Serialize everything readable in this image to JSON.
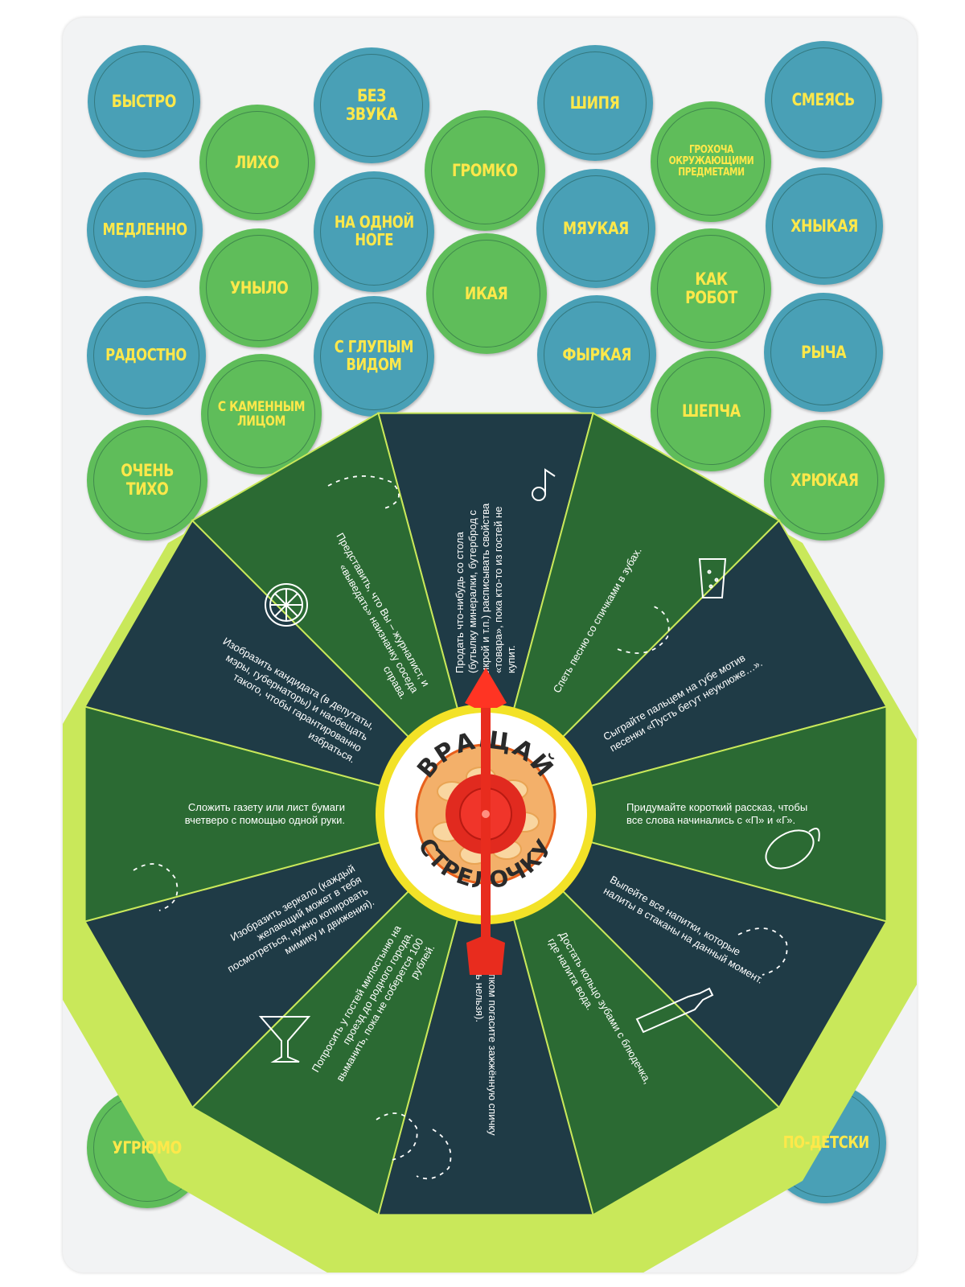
{
  "tokens": {
    "t1": "БЫСТРО",
    "t2": "ЛИХО",
    "t3": "БЕЗ\nЗВУКА",
    "t4": "ГРОМКО",
    "t5": "ШИПЯ",
    "t6": "ГРОХОЧА\nОКРУЖАЮЩИМИ\nПРЕДМЕТАМИ",
    "t7": "СМЕЯСЬ",
    "t8": "МЕДЛЕННО",
    "t9": "НА ОДНОЙ\nНОГЕ",
    "t10": "МЯУКАЯ",
    "t11": "ХНЫКАЯ",
    "t12": "УНЫЛО",
    "t13": "ИКАЯ",
    "t14": "КАК\nРОБОТ",
    "t15": "РАДОСТНО",
    "t16": "С ГЛУПЫМ\nВИДОМ",
    "t17": "ФЫРКАЯ",
    "t18": "РЫЧА",
    "t19": "С КАМЕННЫМ\nЛИЦОМ",
    "t20": "ШЕПЧА",
    "t21": "ОЧЕНЬ\nТИХО",
    "t22": "ХРЮКАЯ",
    "t23": "УГРЮМО",
    "t24": "ПО-ДЕТСКИ"
  },
  "wheel": {
    "center_top": "ВРАЩАЙ",
    "center_bottom": "СТРЕЛОЧКУ",
    "tasks": {
      "s0": "Продать что-нибудь со стола (бутылку минералки, бутерброд с икрой и т.п.) расписывать свойства «товара», пока кто-то из гостей не купит.",
      "s1": "Спеть песню со спичками в зубах.",
      "s2": "Сыграйте пальцем на губе мотив песенки «Пусть бегут неуклюже…».",
      "s3": "Придумайте короткий рассказ, чтобы все слова начинались с «П» и «Г».",
      "s4": "Выпейте все напитки, которые налиты в стаканы на данный момент.",
      "s5": "Достать кольцо зубами с блюдечка, где налита вода.",
      "s6": "Хлопком погасите зажжённую спичку (дуть нельзя).",
      "s7": "Попросить у гостей милостыню на проезд до родного города, выманить, пока не соберется 100 рублей.",
      "s8": "Изобразить зеркало (каждый желающий может в тебя посмотреться, нужно копировать мимику и движения).",
      "s9": "Сложить газету или лист бумаги вчетверо с помощью одной руки.",
      "s10": "Изобразить кандидата (в депутаты, мэры, губернаторы) и наобещать такого, чтобы гарантированно избраться.",
      "s11": "Представить, что Вы – журналист, и «выведать» наизнанку соседа справа."
    }
  },
  "colors": {
    "token_blue": "#49a0b6",
    "token_green": "#5fbd5a",
    "token_text": "#ffe84a",
    "wheel_dark": "#1f3b46",
    "wheel_green": "#2b6a33",
    "divider": "#c9e85a",
    "hub_ring": "#f3e227",
    "pointer": "#e82c1e"
  }
}
